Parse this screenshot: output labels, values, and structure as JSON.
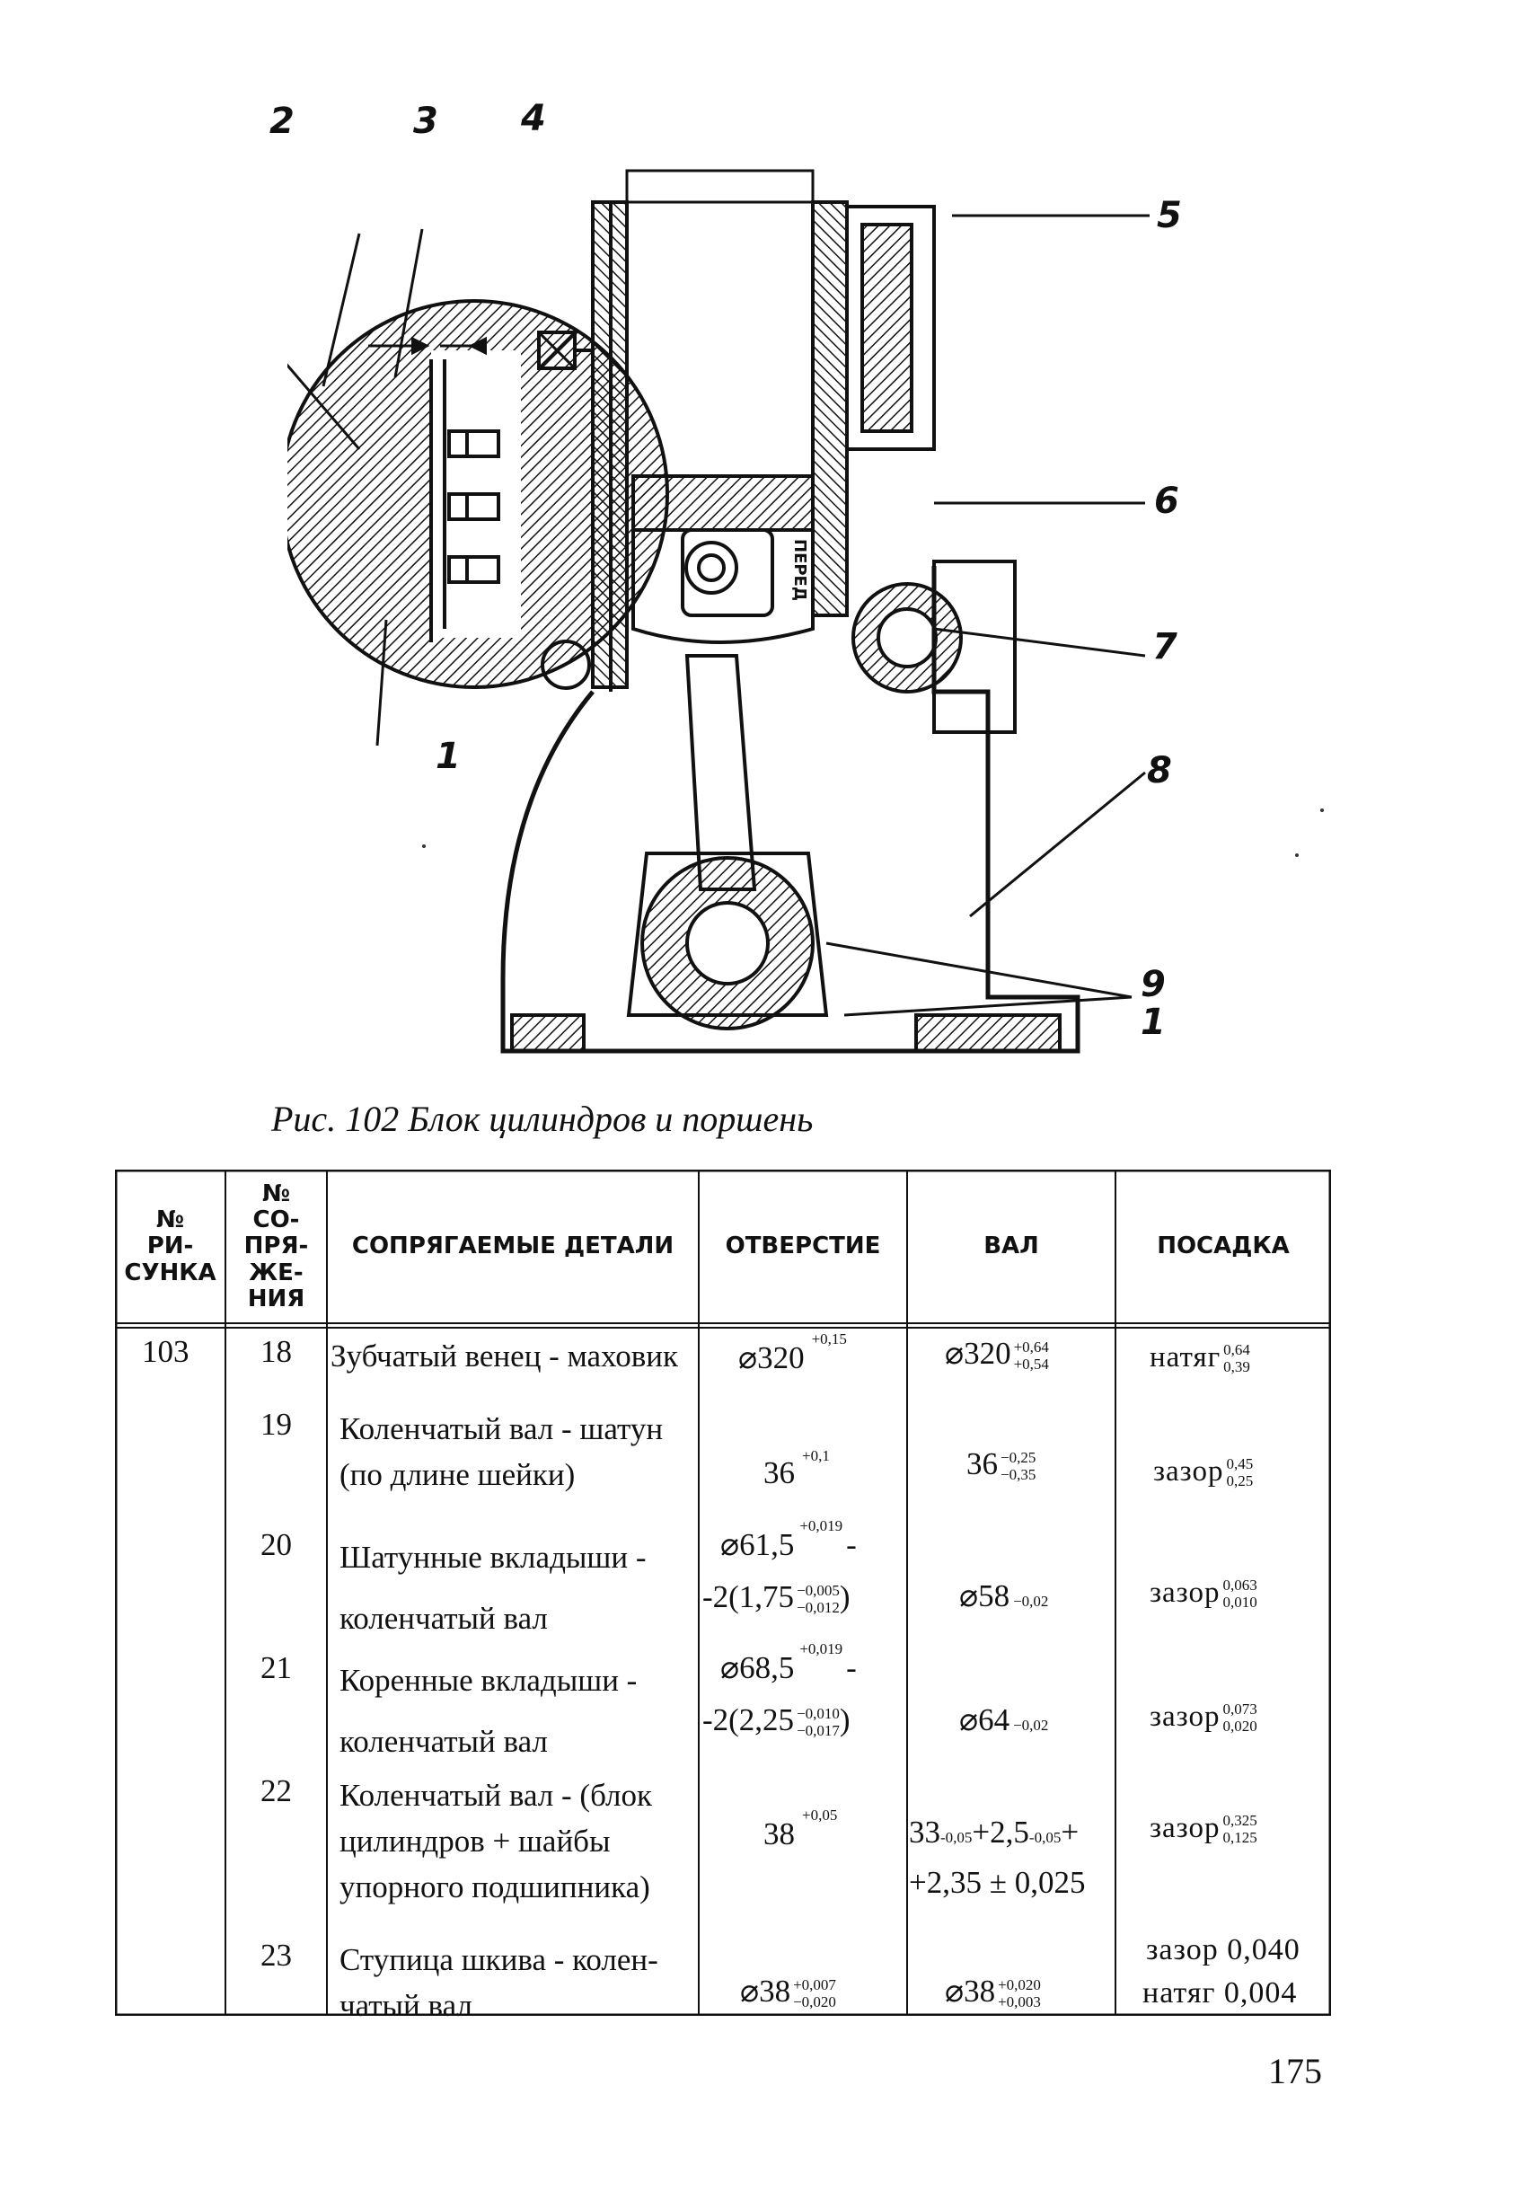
{
  "figure": {
    "callouts": [
      "1",
      "2",
      "3",
      "4",
      "5",
      "6",
      "7",
      "8",
      "9",
      "1"
    ],
    "stamp": "ПЕРЕД"
  },
  "caption": "Рис. 102 Блок цилиндров и поршень",
  "table": {
    "headers": {
      "figure_no": [
        "№",
        "РИ-",
        "СУНКА"
      ],
      "joint_no": [
        "№",
        "СО-",
        "ПРЯ-",
        "ЖЕ-",
        "НИЯ"
      ],
      "parts": "СОПРЯГАЕМЫЕ ДЕТАЛИ",
      "hole": "ОТВЕРСТИЕ",
      "shaft": "ВАЛ",
      "fit": "ПОСАДКА"
    },
    "figure_value": "103",
    "rows": [
      {
        "joint": "18",
        "parts": [
          "Зубчатый венец - маховик"
        ],
        "hole": {
          "base": "⌀320",
          "upper": "+0,15",
          "lower": ""
        },
        "shaft": {
          "base": "⌀320",
          "upper": "+0,64",
          "lower": "+0,54"
        },
        "fit": {
          "word": "натяг",
          "upper": "0,64",
          "lower": "0,39"
        }
      },
      {
        "joint": "19",
        "parts": [
          "Коленчатый вал - шатун",
          "(по длине шейки)"
        ],
        "hole": {
          "base": "36",
          "upper": "+0,1",
          "lower": ""
        },
        "shaft": {
          "base": "36",
          "upper": "−0,25",
          "lower": "−0,35"
        },
        "fit": {
          "word": "зазор",
          "upper": "0,45",
          "lower": "0,25"
        }
      },
      {
        "joint": "20",
        "parts": [
          "Шатунные вкладыши -",
          "коленчатый вал"
        ],
        "hole": {
          "line1": "⌀61,5",
          "line1_upper": "+0,019",
          "line1_tail": "-",
          "line2": "-2(1,75",
          "line2_upper": "−0,005",
          "line2_lower": "−0,012",
          "line2_tail": ")"
        },
        "shaft": {
          "base": "⌀58",
          "lower": "−0,02"
        },
        "fit": {
          "word": "зазор",
          "upper": "0,063",
          "lower": "0,010"
        }
      },
      {
        "joint": "21",
        "parts": [
          "Коренные вкладыши -",
          "коленчатый вал"
        ],
        "hole": {
          "line1": "⌀68,5",
          "line1_upper": "+0,019",
          "line1_tail": "-",
          "line2": "-2(2,25",
          "line2_upper": "−0,010",
          "line2_lower": "−0,017",
          "line2_tail": ")"
        },
        "shaft": {
          "base": "⌀64",
          "lower": "−0,02"
        },
        "fit": {
          "word": "зазор",
          "upper": "0,073",
          "lower": "0,020"
        }
      },
      {
        "joint": "22",
        "parts": [
          "Коленчатый вал - (блок",
          "цилиндров + шайбы",
          "упорного подшипника)"
        ],
        "hole": {
          "base": "38",
          "upper": "+0,05",
          "lower": ""
        },
        "shaft": {
          "line1_a": "33",
          "line1_a_sub": "-0,05",
          "line1_b": "+2,5",
          "line1_b_sub": "-0,05",
          "line1_c": "+",
          "line2": "+2,35 ± 0,025"
        },
        "fit": {
          "word": "зазор",
          "upper": "0,325",
          "lower": "0,125"
        }
      },
      {
        "joint": "23",
        "parts": [
          "Ступица шкива - колен-",
          "чатый вал"
        ],
        "hole": {
          "base": "⌀38",
          "upper": "+0,007",
          "lower": "−0,020"
        },
        "shaft": {
          "base": "⌀38",
          "upper": "+0,020",
          "lower": "+0,003"
        },
        "fit": {
          "line1": "зазор 0,040",
          "line2": "натяг 0,004"
        }
      }
    ]
  },
  "page_number": "175"
}
